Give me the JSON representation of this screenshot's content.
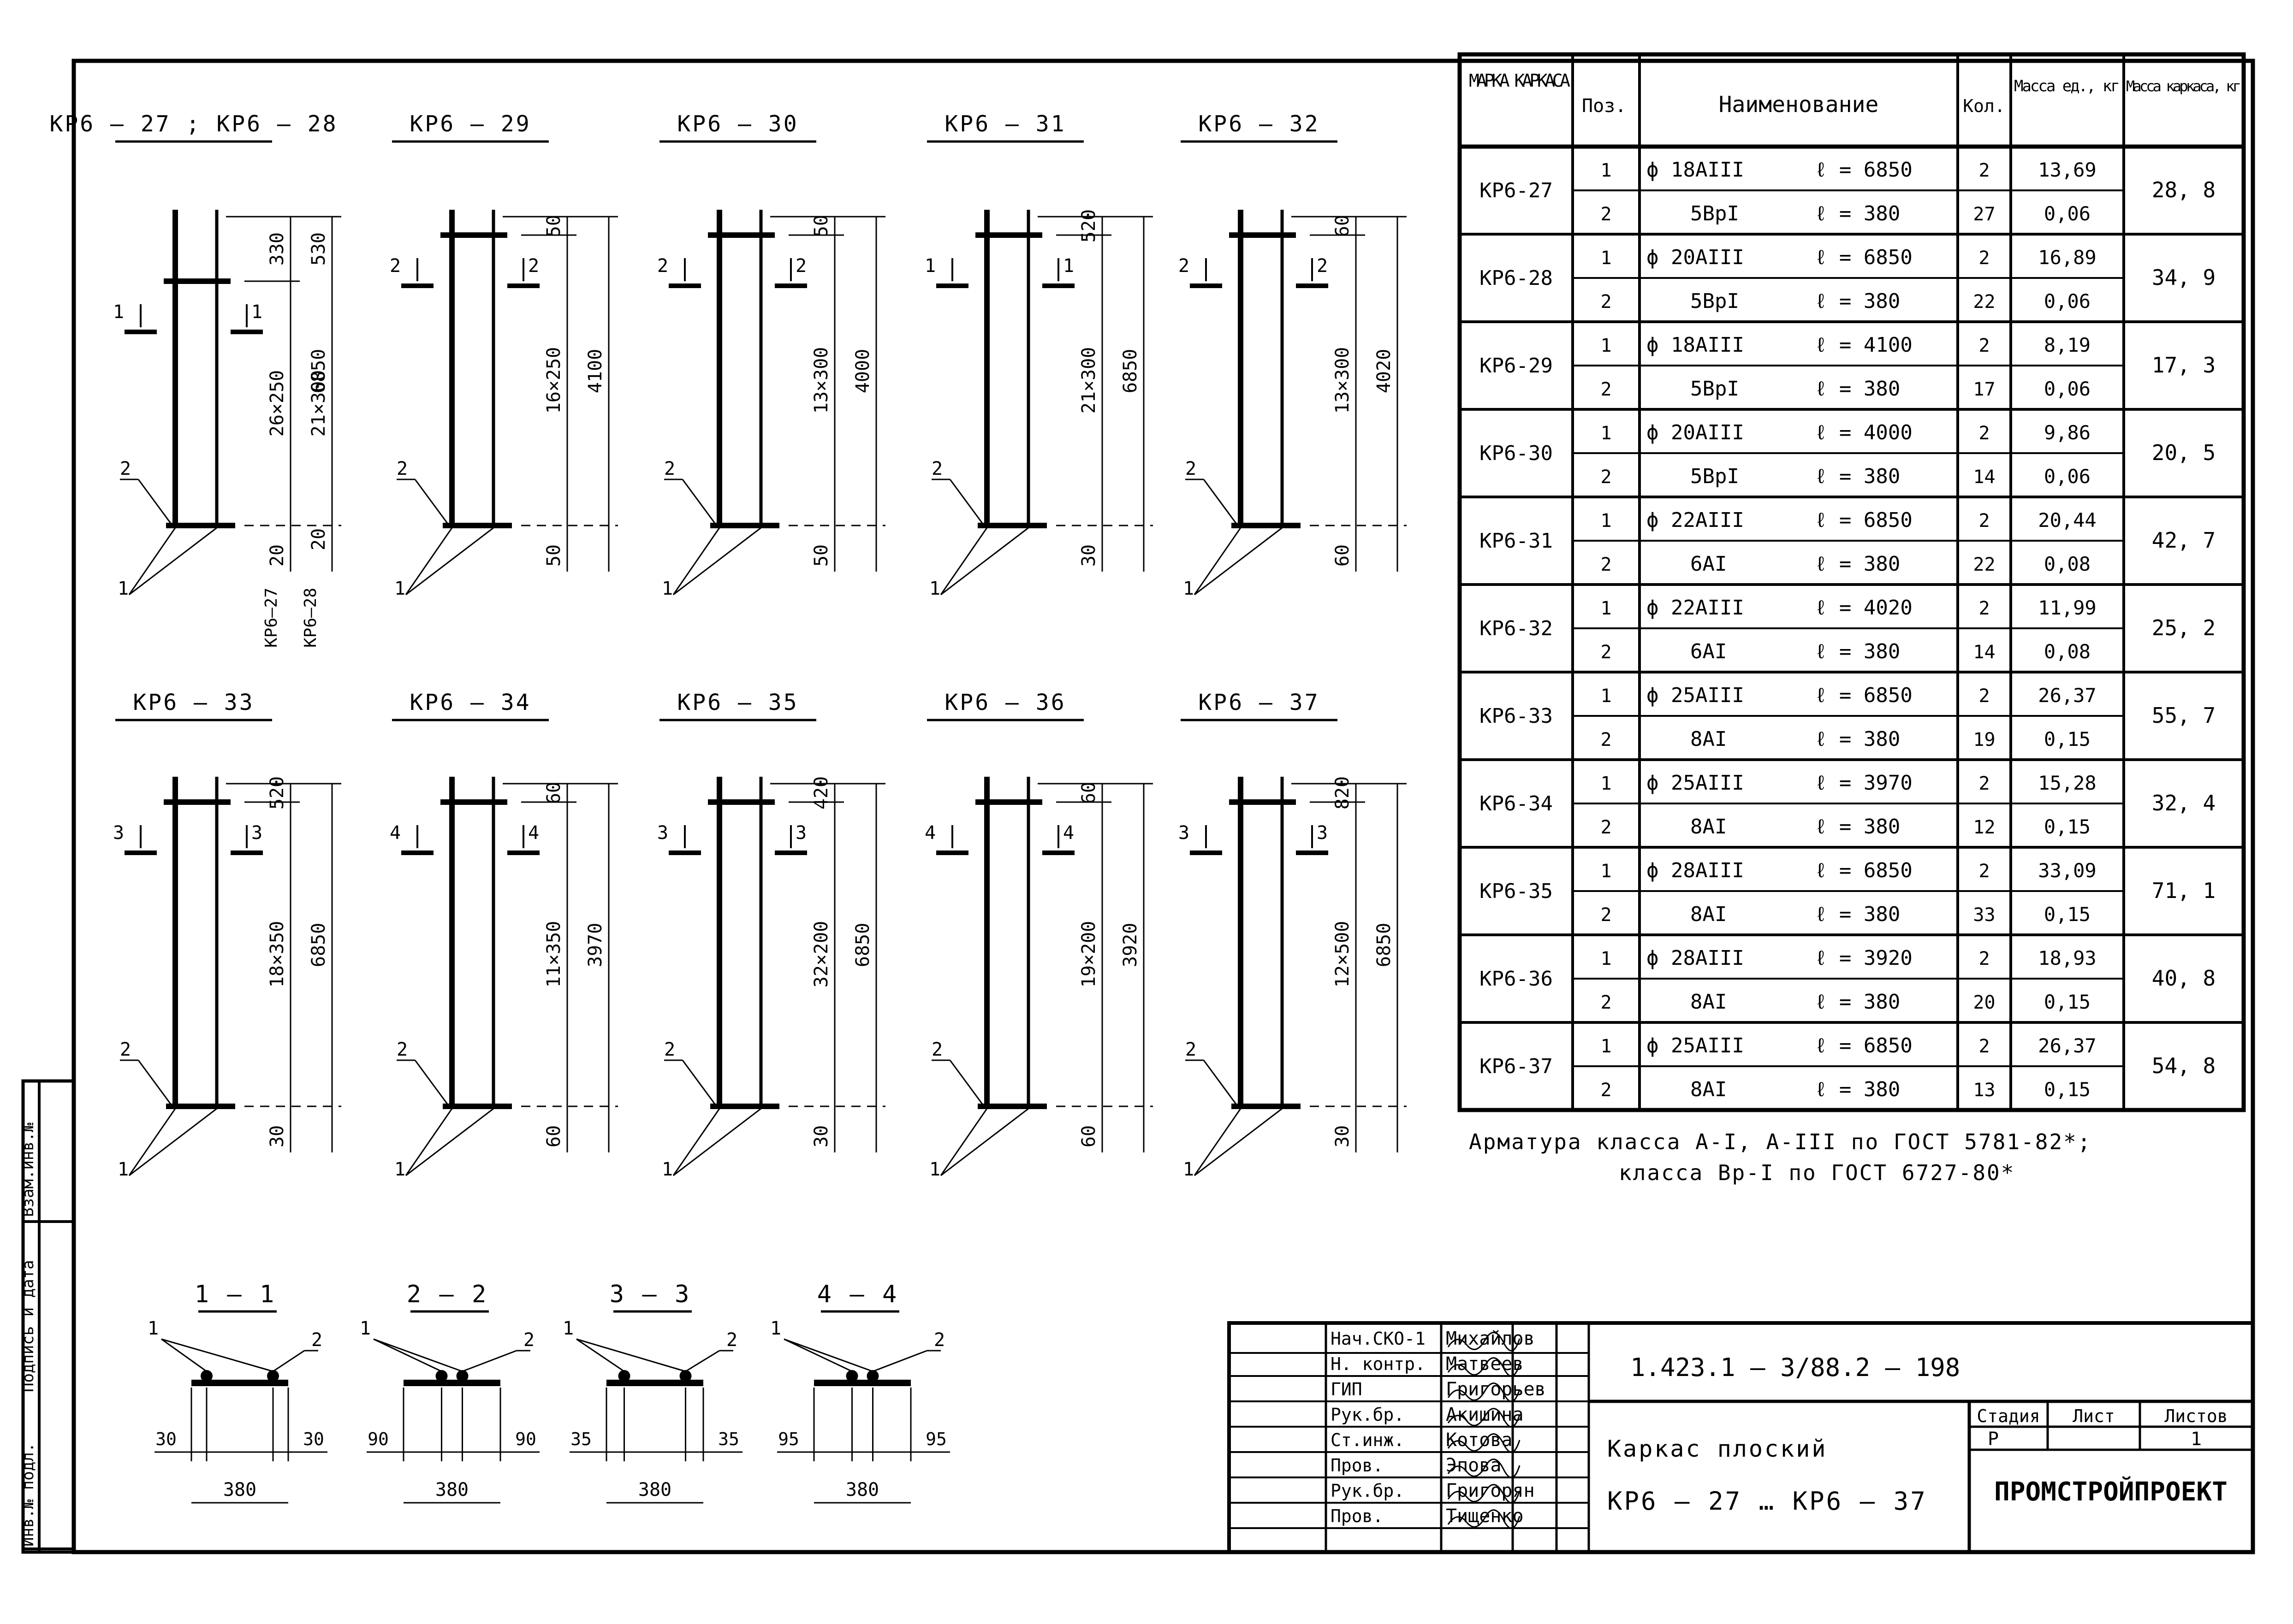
{
  "frames_row1": [
    {
      "title": "КР6 – 27 ; КР6 – 28",
      "calls": [
        "1",
        "1"
      ],
      "dims": [
        "330",
        "530",
        "26×250",
        "21×300",
        "6850",
        "20",
        "20"
      ],
      "bottom_labels": [
        "КР6–27",
        "КР6–28"
      ],
      "pos": [
        "2",
        "1"
      ]
    },
    {
      "title": "КР6 – 29",
      "calls": [
        "2",
        "2"
      ],
      "dims": [
        "50",
        "16×250",
        "4100",
        "50"
      ],
      "pos": [
        "2",
        "1"
      ]
    },
    {
      "title": "КР6 – 30",
      "calls": [
        "2",
        "2"
      ],
      "dims": [
        "50",
        "13×300",
        "4000",
        "50"
      ],
      "pos": [
        "2",
        "1"
      ]
    },
    {
      "title": "КР6 – 31",
      "calls": [
        "1",
        "1"
      ],
      "dims": [
        "520",
        "21×300",
        "6850",
        "30"
      ],
      "pos": [
        "2",
        "1"
      ]
    },
    {
      "title": "КР6 – 32",
      "calls": [
        "2",
        "2"
      ],
      "dims": [
        "60",
        "13×300",
        "4020",
        "60"
      ],
      "pos": [
        "2",
        "1"
      ]
    }
  ],
  "frames_row2": [
    {
      "title": "КР6 – 33",
      "calls": [
        "3",
        "3"
      ],
      "dims": [
        "520",
        "18×350",
        "6850",
        "30"
      ],
      "pos": [
        "2",
        "1"
      ]
    },
    {
      "title": "КР6 – 34",
      "calls": [
        "4",
        "4"
      ],
      "dims": [
        "60",
        "11×350",
        "3970",
        "60"
      ],
      "pos": [
        "2",
        "1"
      ]
    },
    {
      "title": "КР6 – 35",
      "calls": [
        "3",
        "3"
      ],
      "dims": [
        "420",
        "32×200",
        "6850",
        "30"
      ],
      "pos": [
        "2",
        "1"
      ]
    },
    {
      "title": "КР6 – 36",
      "calls": [
        "4",
        "4"
      ],
      "dims": [
        "60",
        "19×200",
        "3920",
        "60"
      ],
      "pos": [
        "2",
        "1"
      ]
    },
    {
      "title": "КР6 – 37",
      "calls": [
        "3",
        "3"
      ],
      "dims": [
        "820",
        "12×500",
        "6850",
        "30"
      ],
      "pos": [
        "2",
        "1"
      ]
    }
  ],
  "sections": [
    {
      "title": "1 – 1",
      "left": "30",
      "right": "30",
      "width": "380",
      "p1": "1",
      "p2": "2"
    },
    {
      "title": "2 – 2",
      "left": "90",
      "right": "90",
      "width": "380",
      "p1": "1",
      "p2": "2"
    },
    {
      "title": "3 – 3",
      "left": "35",
      "right": "35",
      "width": "380",
      "p1": "1",
      "p2": "2"
    },
    {
      "title": "4 – 4",
      "left": "95",
      "right": "95",
      "width": "380",
      "p1": "1",
      "p2": "2"
    }
  ],
  "table": {
    "headers": {
      "mark": "МАРКА КАРКАСА",
      "pos": "Поз.",
      "name": "Наименование",
      "qty": "Кол.",
      "unit_mass": "Масса ед., кг",
      "frame_mass": "Масса каркаса, кг"
    },
    "rows": [
      {
        "mark": "КР6-27",
        "total": "28, 8",
        "items": [
          {
            "pos": "1",
            "name": "ϕ 18АIII",
            "len": "ℓ = 6850",
            "qty": "2",
            "mass": "13,69"
          },
          {
            "pos": "2",
            "name": "5ВрI",
            "len": "ℓ = 380",
            "qty": "27",
            "mass": "0,06"
          }
        ]
      },
      {
        "mark": "КР6-28",
        "total": "34, 9",
        "items": [
          {
            "pos": "1",
            "name": "ϕ 20АIII",
            "len": "ℓ = 6850",
            "qty": "2",
            "mass": "16,89"
          },
          {
            "pos": "2",
            "name": "5ВрI",
            "len": "ℓ = 380",
            "qty": "22",
            "mass": "0,06"
          }
        ]
      },
      {
        "mark": "КР6-29",
        "total": "17, 3",
        "items": [
          {
            "pos": "1",
            "name": "ϕ 18АIII",
            "len": "ℓ = 4100",
            "qty": "2",
            "mass": "8,19"
          },
          {
            "pos": "2",
            "name": "5ВрI",
            "len": "ℓ = 380",
            "qty": "17",
            "mass": "0,06"
          }
        ]
      },
      {
        "mark": "КР6-30",
        "total": "20, 5",
        "items": [
          {
            "pos": "1",
            "name": "ϕ 20АIII",
            "len": "ℓ = 4000",
            "qty": "2",
            "mass": "9,86"
          },
          {
            "pos": "2",
            "name": "5ВрI",
            "len": "ℓ = 380",
            "qty": "14",
            "mass": "0,06"
          }
        ]
      },
      {
        "mark": "КР6-31",
        "total": "42, 7",
        "items": [
          {
            "pos": "1",
            "name": "ϕ 22АIII",
            "len": "ℓ = 6850",
            "qty": "2",
            "mass": "20,44"
          },
          {
            "pos": "2",
            "name": "6АI",
            "len": "ℓ = 380",
            "qty": "22",
            "mass": "0,08"
          }
        ]
      },
      {
        "mark": "КР6-32",
        "total": "25, 2",
        "items": [
          {
            "pos": "1",
            "name": "ϕ 22АIII",
            "len": "ℓ = 4020",
            "qty": "2",
            "mass": "11,99"
          },
          {
            "pos": "2",
            "name": "6АI",
            "len": "ℓ = 380",
            "qty": "14",
            "mass": "0,08"
          }
        ]
      },
      {
        "mark": "КР6-33",
        "total": "55, 7",
        "items": [
          {
            "pos": "1",
            "name": "ϕ 25АIII",
            "len": "ℓ = 6850",
            "qty": "2",
            "mass": "26,37"
          },
          {
            "pos": "2",
            "name": "8АI",
            "len": "ℓ = 380",
            "qty": "19",
            "mass": "0,15"
          }
        ]
      },
      {
        "mark": "КР6-34",
        "total": "32, 4",
        "items": [
          {
            "pos": "1",
            "name": "ϕ 25АIII",
            "len": "ℓ = 3970",
            "qty": "2",
            "mass": "15,28"
          },
          {
            "pos": "2",
            "name": "8АI",
            "len": "ℓ = 380",
            "qty": "12",
            "mass": "0,15"
          }
        ]
      },
      {
        "mark": "КР6-35",
        "total": "71, 1",
        "items": [
          {
            "pos": "1",
            "name": "ϕ 28АIII",
            "len": "ℓ = 6850",
            "qty": "2",
            "mass": "33,09"
          },
          {
            "pos": "2",
            "name": "8АI",
            "len": "ℓ = 380",
            "qty": "33",
            "mass": "0,15"
          }
        ]
      },
      {
        "mark": "КР6-36",
        "total": "40, 8",
        "items": [
          {
            "pos": "1",
            "name": "ϕ 28АIII",
            "len": "ℓ = 3920",
            "qty": "2",
            "mass": "18,93"
          },
          {
            "pos": "2",
            "name": "8АI",
            "len": "ℓ = 380",
            "qty": "20",
            "mass": "0,15"
          }
        ]
      },
      {
        "mark": "КР6-37",
        "total": "54, 8",
        "items": [
          {
            "pos": "1",
            "name": "ϕ 25АIII",
            "len": "ℓ = 6850",
            "qty": "2",
            "mass": "26,37"
          },
          {
            "pos": "2",
            "name": "8АI",
            "len": "ℓ = 380",
            "qty": "13",
            "mass": "0,15"
          }
        ]
      }
    ]
  },
  "note_line1": "Арматура класса А-I, А-III по ГОСТ 5781-82*;",
  "note_line2": "класса Вр-I по ГОСТ 6727-80*",
  "title_block": {
    "people": [
      {
        "role": "Нач.СКО-1",
        "name": "Михайлов"
      },
      {
        "role": "Н. контр.",
        "name": "Матвеев"
      },
      {
        "role": "ГИП",
        "name": "Григорьев"
      },
      {
        "role": "Рук.бр.",
        "name": "Акишина"
      },
      {
        "role": "Ст.инж.",
        "name": "Котова"
      },
      {
        "role": "Пров.",
        "name": "Эпова"
      },
      {
        "role": "Рук.бр.",
        "name": "Григорян"
      },
      {
        "role": "Пров.",
        "name": "Тищенко"
      }
    ],
    "doc_code": "1.423.1 – 3/88.2 – 198",
    "title1": "Каркас плоский",
    "title2": "КР6 – 27 … КР6 – 37",
    "stage_label": "Стадия",
    "sheet_label": "Лист",
    "sheets_label": "Листов",
    "stage": "Р",
    "sheet": "",
    "sheets": "1",
    "org": "ПРОМСТРОЙПРОЕКТ"
  },
  "side_strip": [
    "Инв.№ подл.",
    "Подпись и дата",
    "Взам.инв.№"
  ]
}
